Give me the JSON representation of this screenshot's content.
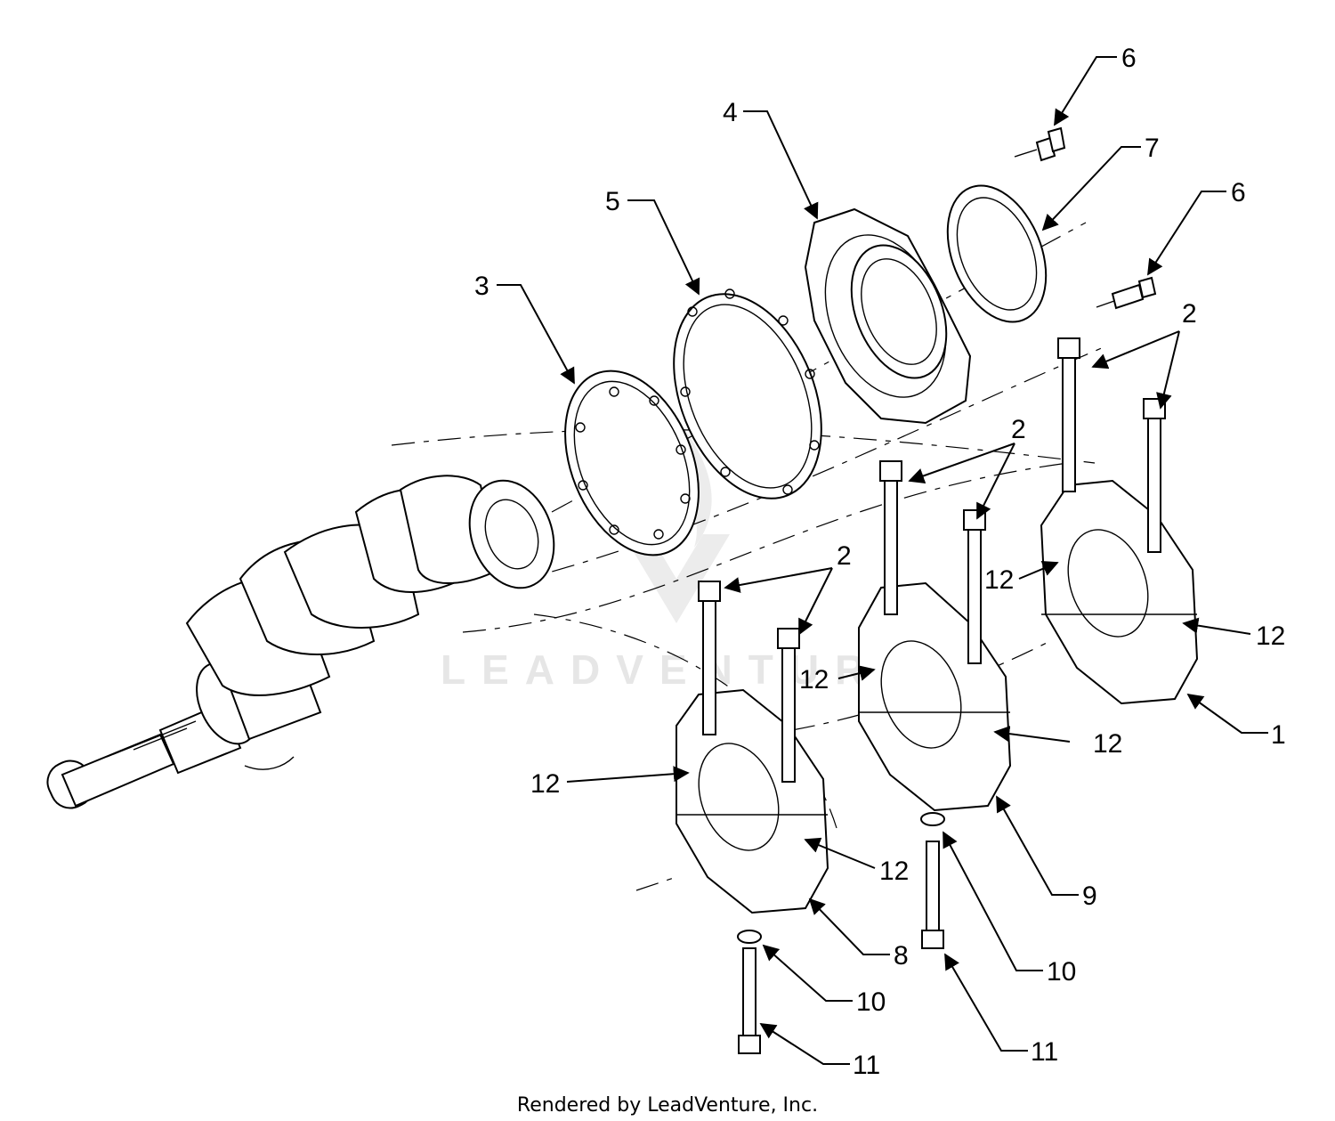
{
  "watermark": {
    "text": "LEADVENTURE"
  },
  "footer": {
    "text": "Rendered by LeadVenture, Inc."
  },
  "callouts": [
    {
      "id": "c6a",
      "label": "6"
    },
    {
      "id": "c7",
      "label": "7"
    },
    {
      "id": "c6b",
      "label": "6"
    },
    {
      "id": "c4",
      "label": "4"
    },
    {
      "id": "c5",
      "label": "5"
    },
    {
      "id": "c3",
      "label": "3"
    },
    {
      "id": "c2a",
      "label": "2"
    },
    {
      "id": "c2b",
      "label": "2"
    },
    {
      "id": "c2c",
      "label": "2"
    },
    {
      "id": "c12a",
      "label": "12"
    },
    {
      "id": "c12b",
      "label": "12"
    },
    {
      "id": "c12c",
      "label": "12"
    },
    {
      "id": "c12d",
      "label": "12"
    },
    {
      "id": "c12e",
      "label": "12"
    },
    {
      "id": "c12f",
      "label": "12"
    },
    {
      "id": "c1",
      "label": "1"
    },
    {
      "id": "c9",
      "label": "9"
    },
    {
      "id": "c8",
      "label": "8"
    },
    {
      "id": "c10a",
      "label": "10"
    },
    {
      "id": "c10b",
      "label": "10"
    },
    {
      "id": "c11a",
      "label": "11"
    },
    {
      "id": "c11b",
      "label": "11"
    }
  ]
}
